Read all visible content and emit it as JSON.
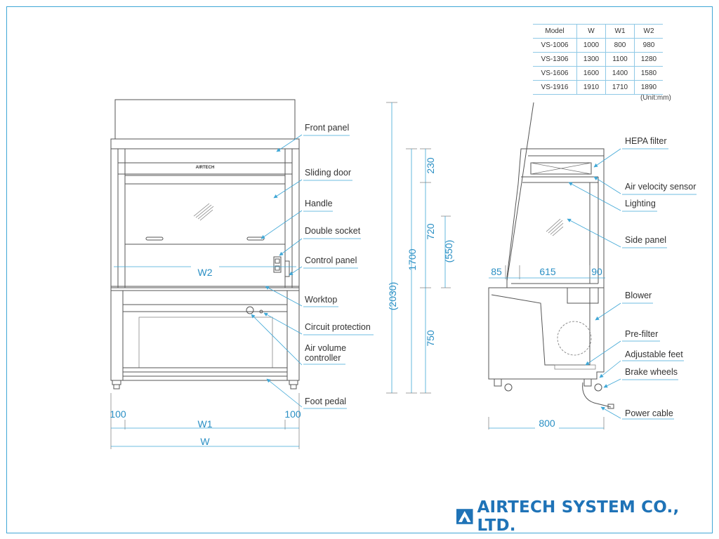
{
  "spec_table": {
    "headers": [
      "Model",
      "W",
      "W1",
      "W2"
    ],
    "rows": [
      [
        "VS-1006",
        "1000",
        "800",
        "980"
      ],
      [
        "VS-1306",
        "1300",
        "1100",
        "1280"
      ],
      [
        "VS-1606",
        "1600",
        "1400",
        "1580"
      ],
      [
        "VS-1916",
        "1910",
        "1710",
        "1890"
      ]
    ],
    "unit": "(Unit:mm)"
  },
  "front_view": {
    "brand_plate": "AIRTECH",
    "labels": {
      "front_panel": "Front panel",
      "sliding_door": "Sliding door",
      "handle": "Handle",
      "double_socket": "Double socket",
      "control_panel": "Control panel",
      "worktop": "Worktop",
      "circuit_protection": "Circuit protection",
      "air_volume_1": "Air volume",
      "air_volume_2": "controller",
      "foot_pedal": "Foot pedal"
    },
    "dims": {
      "w2": "W2",
      "left": "100",
      "w1": "W1",
      "right": "100",
      "w": "W"
    }
  },
  "height_dims": {
    "overall": "(2030)",
    "cabinet": "1700",
    "top": "230",
    "opening": "720",
    "opening_inner": "(550)",
    "base": "750"
  },
  "side_view": {
    "labels": {
      "hepa": "HEPA filter",
      "air_velocity": "Air velocity sensor",
      "lighting": "Lighting",
      "side_panel": "Side panel",
      "blower": "Blower",
      "prefilter": "Pre-filter",
      "adj_feet": "Adjustable feet",
      "brake_wheels": "Brake wheels",
      "power_cable": "Power cable"
    },
    "dims": {
      "d1": "85",
      "d2": "615",
      "d3": "90",
      "depth": "800"
    }
  },
  "company": "AIRTECH SYSTEM CO., LTD.",
  "colors": {
    "accent": "#3fa7d6",
    "dim_text": "#2a8fc4",
    "logo": "#1f73b7"
  }
}
